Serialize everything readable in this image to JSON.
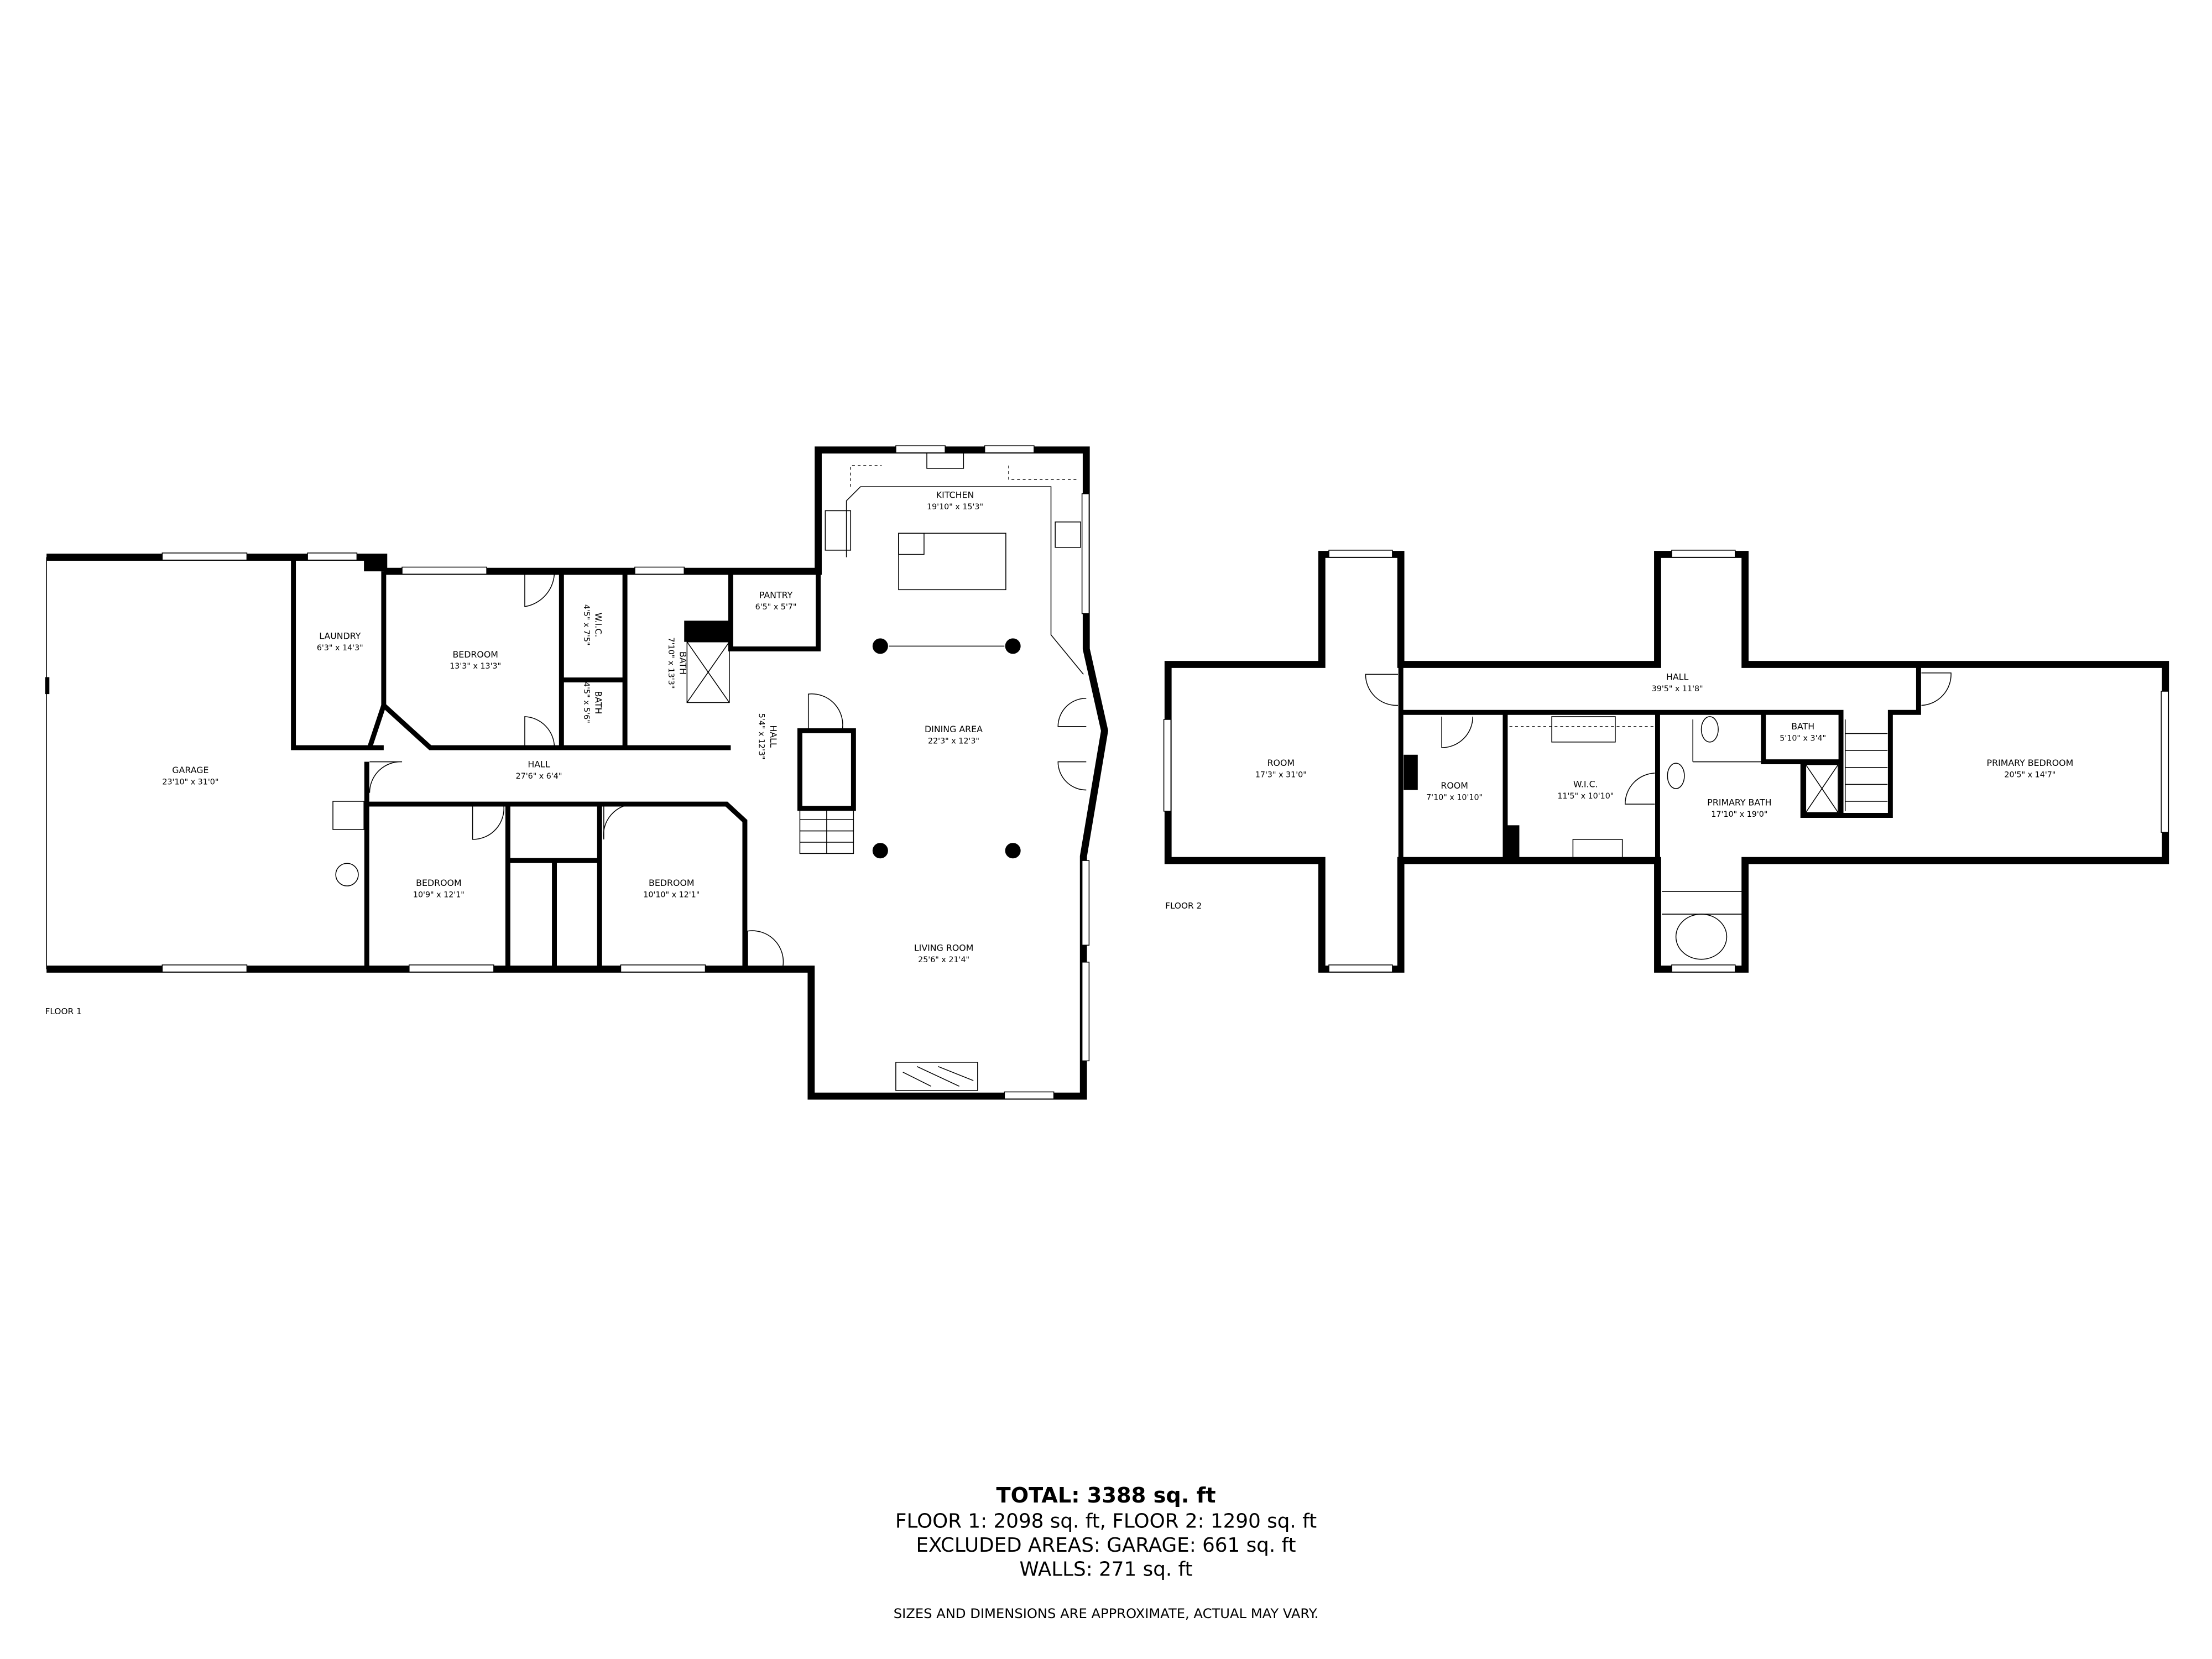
{
  "floors": [
    {
      "label": "FLOOR 1",
      "rooms": [
        {
          "name": "GARAGE",
          "dims": "23'10\" x 31'0\""
        },
        {
          "name": "LAUNDRY",
          "dims": "6'3\" x 14'3\""
        },
        {
          "name": "BEDROOM",
          "dims": "13'3\" x 13'3\""
        },
        {
          "name": "W.I.C.",
          "dims": "4'5\" x 7'5\""
        },
        {
          "name": "BATH",
          "dims": "4'5\" x 5'6\""
        },
        {
          "name": "BATH",
          "dims": "7'10\" x 13'3\""
        },
        {
          "name": "PANTRY",
          "dims": "6'5\" x 5'7\""
        },
        {
          "name": "KITCHEN",
          "dims": "19'10\" x 15'3\""
        },
        {
          "name": "HALL",
          "dims": "5'4\" x 12'3\""
        },
        {
          "name": "DINING AREA",
          "dims": "22'3\" x 12'3\""
        },
        {
          "name": "HALL",
          "dims": "27'6\" x 6'4\""
        },
        {
          "name": "BEDROOM",
          "dims": "10'9\" x 12'1\""
        },
        {
          "name": "BEDROOM",
          "dims": "10'10\" x 12'1\""
        },
        {
          "name": "LIVING ROOM",
          "dims": "25'6\" x 21'4\""
        }
      ]
    },
    {
      "label": "FLOOR 2",
      "rooms": [
        {
          "name": "ROOM",
          "dims": "17'3\" x 31'0\""
        },
        {
          "name": "HALL",
          "dims": "39'5\" x 11'8\""
        },
        {
          "name": "ROOM",
          "dims": "7'10\" x 10'10\""
        },
        {
          "name": "W.I.C.",
          "dims": "11'5\" x 10'10\""
        },
        {
          "name": "BATH",
          "dims": "5'10\" x 3'4\""
        },
        {
          "name": "PRIMARY BATH",
          "dims": "17'10\" x 19'0\""
        },
        {
          "name": "PRIMARY BEDROOM",
          "dims": "20'5\" x 14'7\""
        }
      ]
    }
  ],
  "summary": {
    "total": "TOTAL: 3388 sq. ft",
    "floors": "FLOOR 1: 2098 sq. ft, FLOOR 2: 1290 sq. ft",
    "excluded": "EXCLUDED AREAS: GARAGE: 661 sq. ft",
    "walls": "WALLS: 271 sq. ft",
    "disclaimer": "SIZES AND DIMENSIONS ARE APPROXIMATE, ACTUAL MAY VARY."
  },
  "colors": {
    "walls": "#000000",
    "background": "#ffffff"
  }
}
